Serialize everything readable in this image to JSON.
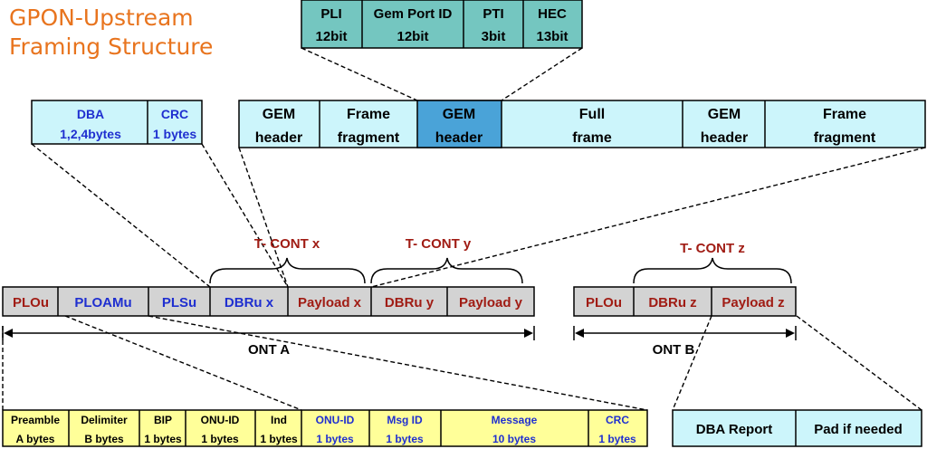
{
  "title": {
    "line1": "GPON-Upstream",
    "line2": "Framing Structure"
  },
  "colors": {
    "cyan": "#ccf5fb",
    "teal": "#74c6c0",
    "gem_highlight": "#4aa3d8",
    "gray": "#d3d3d3",
    "yellow": "#ffff99",
    "dark_red": "#a01c14",
    "blue": "#1f2fd0",
    "black": "#000000"
  },
  "gem_header_fields": [
    {
      "name": "PLI",
      "size": "12bit"
    },
    {
      "name": "Gem Port ID",
      "size": "12bit"
    },
    {
      "name": "PTI",
      "size": "3bit"
    },
    {
      "name": "HEC",
      "size": "13bit"
    }
  ],
  "dbru_detail": [
    {
      "name": "DBA",
      "size": "1,2,4bytes"
    },
    {
      "name": "CRC",
      "size": "1 bytes"
    }
  ],
  "payload_detail": [
    {
      "line1": "GEM",
      "line2": "header"
    },
    {
      "line1": "Frame",
      "line2": "fragment"
    },
    {
      "line1": "GEM",
      "line2": "header"
    },
    {
      "line1": "Full",
      "line2": "frame"
    },
    {
      "line1": "GEM",
      "line2": "header"
    },
    {
      "line1": "Frame",
      "line2": "fragment"
    }
  ],
  "tconts": {
    "x": "T- CONT x",
    "y": "T- CONT y",
    "z": "T- CONT z"
  },
  "ont_a_frame": [
    "PLOu",
    "PLOAMu",
    "PLSu",
    "DBRu x",
    "Payload x",
    "DBRu y",
    "Payload y"
  ],
  "ont_b_frame": [
    "PLOu",
    "DBRu z",
    "Payload z"
  ],
  "ont_labels": {
    "a": "ONT A",
    "b": "ONT B"
  },
  "ploam_fields": [
    {
      "name": "Preamble",
      "size": "A bytes"
    },
    {
      "name": "Delimiter",
      "size": "B bytes"
    },
    {
      "name": "BIP",
      "size": "1 bytes"
    },
    {
      "name": "ONU-ID",
      "size": "1 bytes"
    },
    {
      "name": "Ind",
      "size": "1 bytes"
    },
    {
      "name": "ONU-ID",
      "size": "1 bytes"
    },
    {
      "name": "Msg ID",
      "size": "1 bytes"
    },
    {
      "name": "Message",
      "size": "10 bytes"
    },
    {
      "name": "CRC",
      "size": "1 bytes"
    }
  ],
  "payload_z_detail": [
    "DBA Report",
    "Pad if needed"
  ]
}
